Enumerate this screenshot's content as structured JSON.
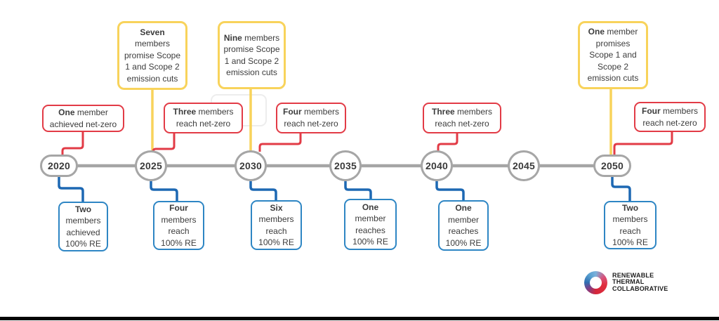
{
  "timeline": {
    "years": [
      "2020",
      "2025",
      "2030",
      "2035",
      "2040",
      "2045",
      "2050"
    ]
  },
  "callouts": {
    "scope": [
      {
        "year": "2025",
        "lines": [
          {
            "b": "Seven",
            "t": ""
          },
          {
            "b": "",
            "t": "members"
          },
          {
            "b": "",
            "t": "promise Scope"
          },
          {
            "b": "",
            "t": "1 and Scope 2"
          },
          {
            "b": "",
            "t": "emission cuts"
          }
        ]
      },
      {
        "year": "2030",
        "lines": [
          {
            "b": "Nine",
            "t": " members"
          },
          {
            "b": "",
            "t": "promise Scope"
          },
          {
            "b": "",
            "t": "1 and Scope 2"
          },
          {
            "b": "",
            "t": "emission cuts"
          }
        ]
      },
      {
        "year": "2050",
        "lines": [
          {
            "b": "One",
            "t": " member"
          },
          {
            "b": "",
            "t": "promises"
          },
          {
            "b": "",
            "t": "Scope 1 and"
          },
          {
            "b": "",
            "t": "Scope 2"
          },
          {
            "b": "",
            "t": "emission cuts"
          }
        ]
      }
    ],
    "netzero": [
      {
        "year": "2020",
        "lines": [
          {
            "b": "One",
            "t": " member"
          },
          {
            "b": "",
            "t": "achieved net-zero"
          }
        ]
      },
      {
        "year": "2025",
        "lines": [
          {
            "b": "Three",
            "t": " members"
          },
          {
            "b": "",
            "t": "reach net-zero"
          }
        ]
      },
      {
        "year": "2030",
        "lines": [
          {
            "b": "Four",
            "t": " members"
          },
          {
            "b": "",
            "t": "reach net-zero"
          }
        ]
      },
      {
        "year": "2040",
        "lines": [
          {
            "b": "Three",
            "t": " members"
          },
          {
            "b": "",
            "t": "reach net-zero"
          }
        ]
      },
      {
        "year": "2050",
        "lines": [
          {
            "b": "Four",
            "t": " members"
          },
          {
            "b": "",
            "t": "reach net-zero"
          }
        ]
      }
    ],
    "re": [
      {
        "year": "2020",
        "lines": [
          {
            "b": "Two",
            "t": ""
          },
          {
            "b": "",
            "t": "members"
          },
          {
            "b": "",
            "t": "achieved"
          },
          {
            "b": "",
            "t": "100% RE"
          }
        ]
      },
      {
        "year": "2025",
        "lines": [
          {
            "b": "Four",
            "t": ""
          },
          {
            "b": "",
            "t": "members"
          },
          {
            "b": "",
            "t": "reach"
          },
          {
            "b": "",
            "t": "100% RE"
          }
        ]
      },
      {
        "year": "2030",
        "lines": [
          {
            "b": "Six",
            "t": ""
          },
          {
            "b": "",
            "t": "members"
          },
          {
            "b": "",
            "t": "reach"
          },
          {
            "b": "",
            "t": "100% RE"
          }
        ]
      },
      {
        "year": "2035",
        "lines": [
          {
            "b": "One",
            "t": ""
          },
          {
            "b": "",
            "t": "member"
          },
          {
            "b": "",
            "t": "reaches"
          },
          {
            "b": "",
            "t": "100% RE"
          }
        ]
      },
      {
        "year": "2040",
        "lines": [
          {
            "b": "One",
            "t": ""
          },
          {
            "b": "",
            "t": "member"
          },
          {
            "b": "",
            "t": "reaches"
          },
          {
            "b": "",
            "t": "100% RE"
          }
        ]
      },
      {
        "year": "2050",
        "lines": [
          {
            "b": "Two",
            "t": ""
          },
          {
            "b": "",
            "t": "members"
          },
          {
            "b": "",
            "t": "reach"
          },
          {
            "b": "",
            "t": "100% RE"
          }
        ]
      }
    ]
  },
  "logo": {
    "line1": "RENEWABLE",
    "line2": "THERMAL",
    "line3": "COLLABORATIVE"
  },
  "colors": {
    "scope_accent": "#f8d35b",
    "netzero_accent": "#e23b46",
    "re_border": "#2e86c4",
    "re_line": "#1d68b3",
    "timeline_gray": "#a5a5a5",
    "text": "#3c3c3c"
  }
}
